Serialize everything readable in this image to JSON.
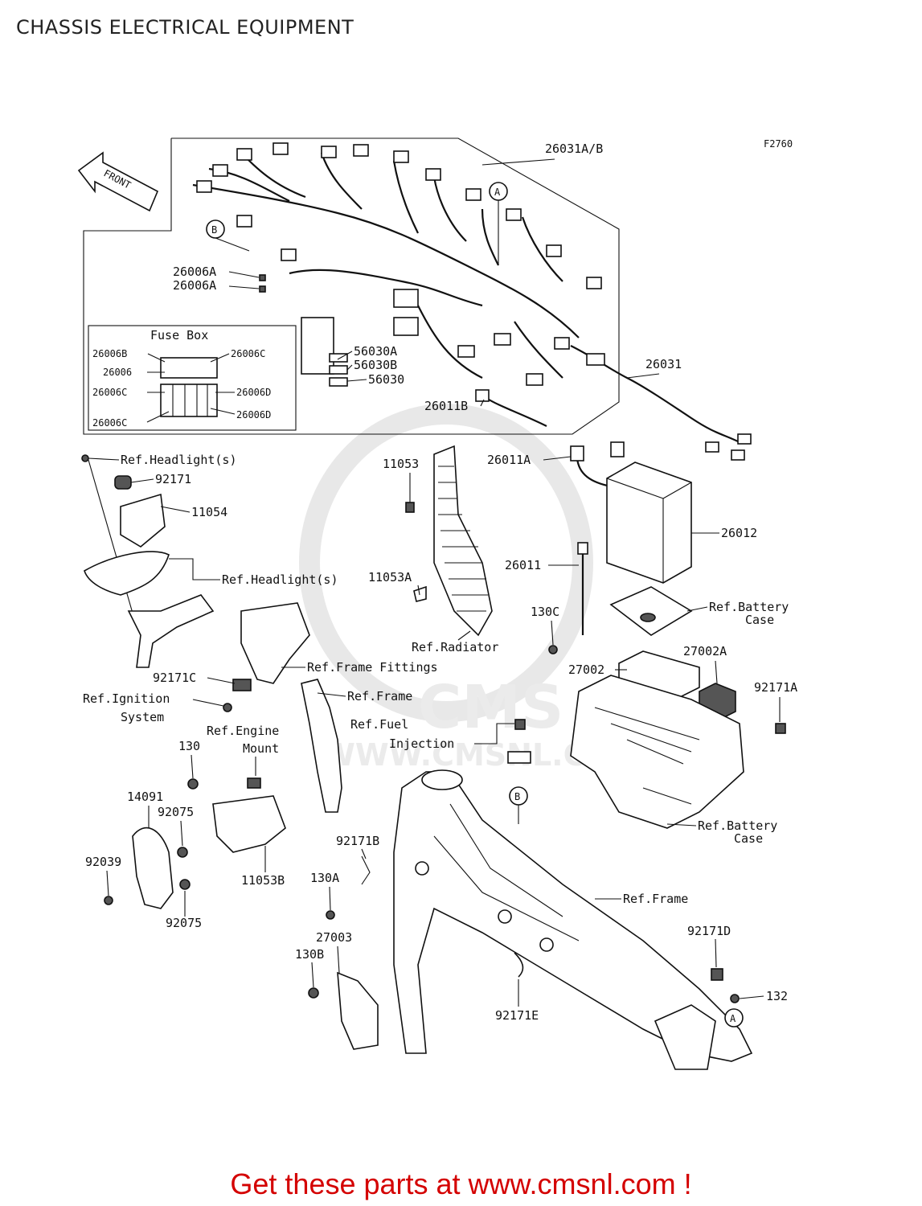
{
  "page": {
    "title": "CHASSIS ELECTRICAL EQUIPMENT",
    "figure_code": "F2760"
  },
  "watermark": {
    "logo_text": "CMS",
    "url_text": "WWW.CMSNL.COM"
  },
  "direction_arrow": "FRONT",
  "fuse_box": {
    "title": "Fuse Box",
    "labels": [
      "26006B",
      "26006C",
      "26006",
      "26006C",
      "26006D",
      "26006C",
      "26006D"
    ]
  },
  "callouts": {
    "c1": "26031A/B",
    "c2": "26006A",
    "c3": "26006A",
    "c4": "56030A",
    "c5": "56030B",
    "c6": "56030",
    "c7": "26031",
    "c8": "26011B",
    "c9": "Ref.Headlight(s)",
    "c10": "92171",
    "c11": "11054",
    "c12": "Ref.Headlight(s)",
    "c13": "11053",
    "c14": "26011A",
    "c15": "26012",
    "c16": "11053A",
    "c17": "26011",
    "c18": "130C",
    "c19": "Ref.Radiator",
    "c20a": "Ref.Battery",
    "c20b": "Case",
    "c21": "27002A",
    "c22": "27002",
    "c23": "Ref.Frame Fittings",
    "c24": "92171C",
    "c25a": "Ref.Ignition",
    "c25b": "System",
    "c26": "Ref.Frame",
    "c27": "92171A",
    "c28a": "Ref.Engine",
    "c28b": "Mount",
    "c29a": "Ref.Fuel",
    "c29b": "Injection",
    "c30": "130",
    "c31": "14091",
    "c32": "92075",
    "c33": "92039",
    "c34": "92075",
    "c35": "11053B",
    "c36": "92171B",
    "c37": "130A",
    "c38a": "Ref.Battery",
    "c38b": "Case",
    "c39": "Ref.Frame",
    "c40": "27003",
    "c41": "130B",
    "c42": "92171D",
    "c43": "132",
    "c44": "92171E"
  },
  "markers": {
    "a": "A",
    "b": "B"
  },
  "footer": {
    "text": "Get these parts at www.cmsnl.com !",
    "color": "#d40000"
  }
}
